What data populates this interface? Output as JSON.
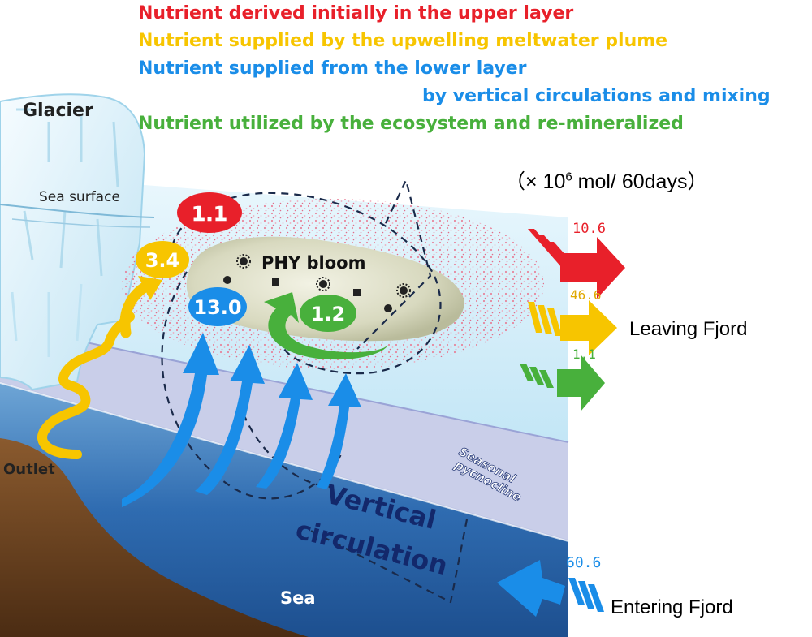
{
  "legend": [
    {
      "text": "Nutrient derived initially in the upper layer",
      "color": "#e8202a"
    },
    {
      "text": "Nutrient supplied by the upwelling meltwater plume",
      "color": "#f7c500"
    },
    {
      "text": "Nutrient supplied from the lower layer",
      "color": "#1a8de8"
    },
    {
      "text": "by vertical circulations and mixing",
      "color": "#1a8de8"
    },
    {
      "text": "Nutrient utilized by the ecosystem and re-mineralized",
      "color": "#48b03c"
    }
  ],
  "unit": {
    "prefix": "（× 10",
    "exponent": "6",
    "suffix": " mol/ 60days）"
  },
  "labels": {
    "glacier": "Glacier",
    "sea_surface": "Sea surface",
    "outlet": "Outlet",
    "sea": "Sea",
    "phy_bloom": "PHY bloom",
    "vertical": "Vertical",
    "circulation": "circulation",
    "pycnocline_1": "Seasonal",
    "pycnocline_2": "pycnocline",
    "leaving": "Leaving Fjord",
    "entering": "Entering Fjord"
  },
  "bubbles": {
    "red": "1.1",
    "yellow": "3.4",
    "blue": "13.0",
    "green": "1.2"
  },
  "fluxes": {
    "out_red": "10.6",
    "out_yellow": "46.6",
    "out_green": "1.1",
    "in_blue": "60.6"
  },
  "colors": {
    "red": "#e8202a",
    "yellow": "#f7c500",
    "blue": "#1a8de8",
    "green": "#48b03c"
  }
}
